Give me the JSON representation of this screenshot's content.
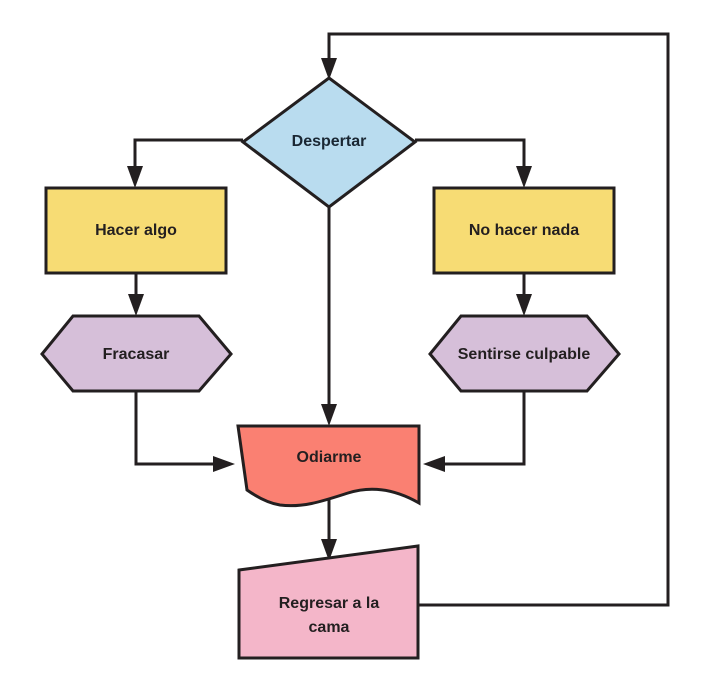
{
  "diagram": {
    "type": "flowchart",
    "language": "es",
    "background_color": "#ffffff",
    "line_color": "#231f20",
    "nodes": [
      {
        "id": "despertar",
        "label": "Despertar",
        "shape": "diamond",
        "fill": "#b9dcef",
        "text_color": "#1a2733"
      },
      {
        "id": "hacer-algo",
        "label": "Hacer algo",
        "shape": "rectangle",
        "fill": "#f7dc74",
        "text_color": "#231f20"
      },
      {
        "id": "no-hacer-nada",
        "label": "No hacer nada",
        "shape": "rectangle",
        "fill": "#f7dc74",
        "text_color": "#231f20"
      },
      {
        "id": "fracasar",
        "label": "Fracasar",
        "shape": "hexagon",
        "fill": "#d6bfd9",
        "text_color": "#231f20"
      },
      {
        "id": "sentirse-culpable",
        "label": "Sentirse culpable",
        "shape": "hexagon",
        "fill": "#d6bfd9",
        "text_color": "#231f20"
      },
      {
        "id": "odiarme",
        "label": "Odiarme",
        "shape": "document",
        "fill": "#fa8072",
        "text_color": "#3b1a16"
      },
      {
        "id": "regresar-a-la-cama",
        "label_line1": "Regresar  a la",
        "label_line2": "cama",
        "shape": "slanted-quadrilateral",
        "fill": "#f4b6c9",
        "text_color": "#231f20"
      }
    ],
    "edges": [
      {
        "from": "despertar",
        "to": "hacer-algo",
        "label": ""
      },
      {
        "from": "despertar",
        "to": "no-hacer-nada",
        "label": ""
      },
      {
        "from": "despertar",
        "to": "odiarme",
        "label": ""
      },
      {
        "from": "hacer-algo",
        "to": "fracasar",
        "label": ""
      },
      {
        "from": "no-hacer-nada",
        "to": "sentirse-culpable",
        "label": ""
      },
      {
        "from": "fracasar",
        "to": "odiarme",
        "label": ""
      },
      {
        "from": "sentirse-culpable",
        "to": "odiarme",
        "label": ""
      },
      {
        "from": "odiarme",
        "to": "regresar-a-la-cama",
        "label": ""
      },
      {
        "from": "regresar-a-la-cama",
        "to": "despertar",
        "label": ""
      }
    ]
  }
}
